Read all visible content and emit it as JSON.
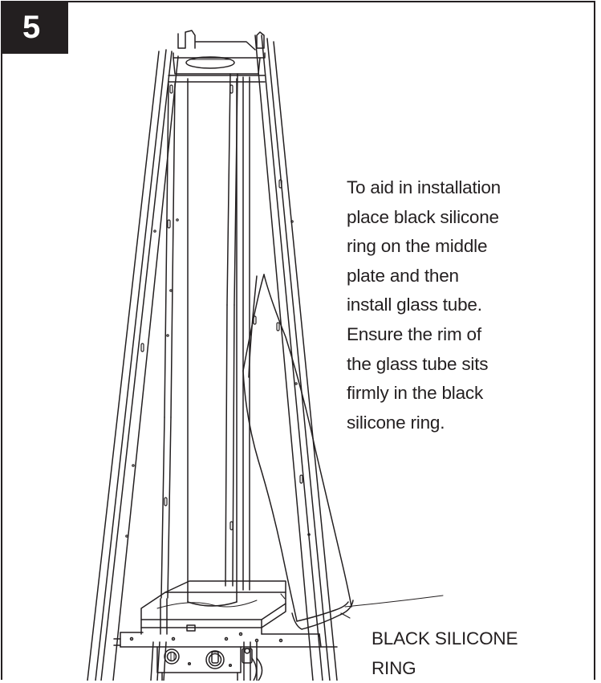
{
  "step": {
    "number": "5"
  },
  "instruction": {
    "text": "To aid in installation\nplace black silicone\nring on the middle\nplate and then\ninstall glass tube.\nEnsure the rim of\nthe glass tube sits\nfirmly in the black\nsilicone ring."
  },
  "callout": {
    "label": "BLACK SILICONE\nRING"
  },
  "colors": {
    "ink": "#231f20",
    "background": "#ffffff"
  }
}
